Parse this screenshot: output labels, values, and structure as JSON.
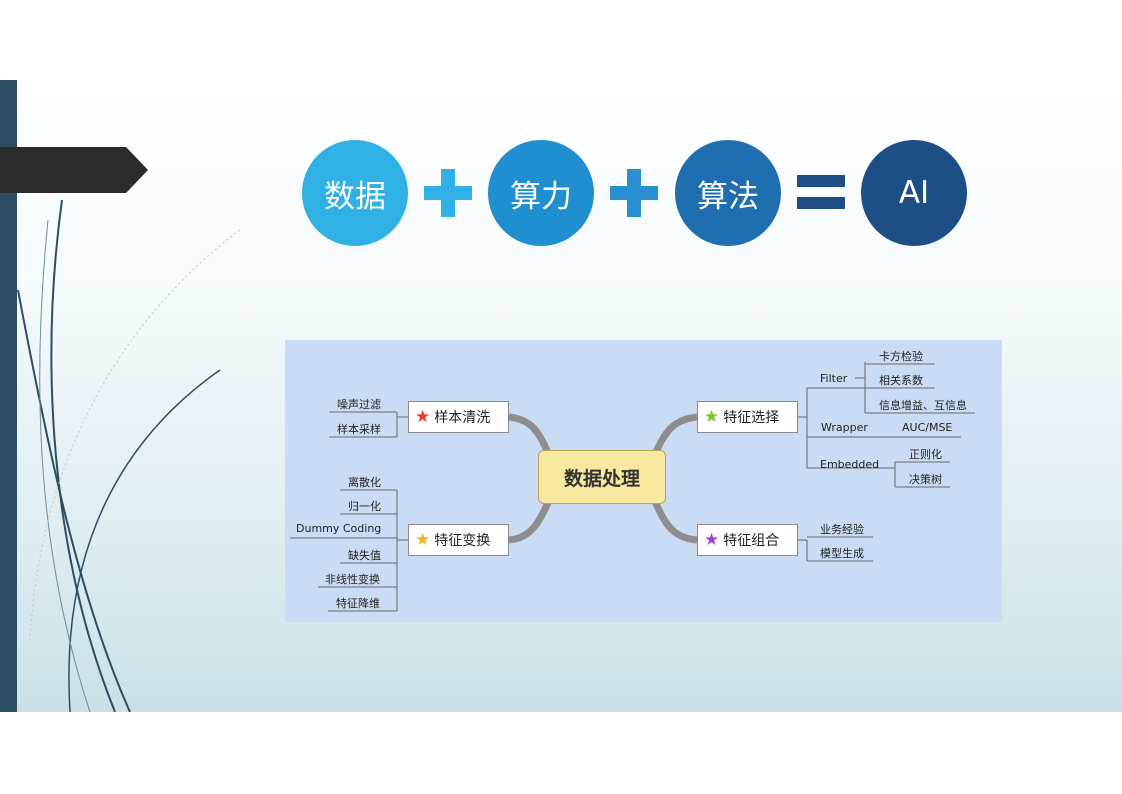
{
  "equation": {
    "term1": "数据",
    "term2": "算力",
    "term3": "算法",
    "result": "AI",
    "colors": {
      "term1": "#2fb1e6",
      "term2": "#1f8fcf",
      "term3": "#1f6eb0",
      "result": "#1d4f86",
      "operator": "#2fb1e6",
      "equals": "#1d4f86"
    }
  },
  "mindmap": {
    "center": "数据处理",
    "branches": {
      "sample_cleaning": {
        "label": "样本清洗",
        "star_color": "#e53b2c",
        "items": [
          "噪声过滤",
          "样本采样"
        ]
      },
      "feature_transform": {
        "label": "特征变换",
        "star_color": "#f2b51d",
        "items": [
          "离散化",
          "归一化",
          "Dummy Coding",
          "缺失值",
          "非线性变换",
          "特征降维"
        ]
      },
      "feature_selection": {
        "label": "特征选择",
        "star_color": "#7cc22b",
        "filter": {
          "label": "Filter",
          "items": [
            "卡方检验",
            "相关系数",
            "信息增益、互信息"
          ]
        },
        "wrapper": {
          "label": "Wrapper",
          "items": [
            "AUC/MSE"
          ]
        },
        "embedded": {
          "label": "Embedded",
          "items": [
            "正则化",
            "决策树"
          ]
        }
      },
      "feature_combination": {
        "label": "特征组合",
        "star_color": "#a63fd1",
        "items": [
          "业务经验",
          "模型生成"
        ]
      }
    }
  }
}
